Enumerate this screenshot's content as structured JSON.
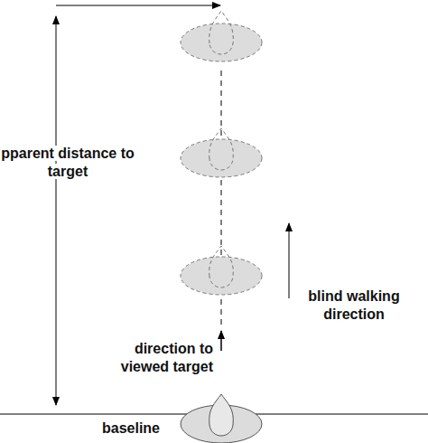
{
  "diagram": {
    "labels": [
      "pparent distance to target",
      "blind walking direction",
      "direction to viewed target",
      "baseline"
    ]
  }
}
